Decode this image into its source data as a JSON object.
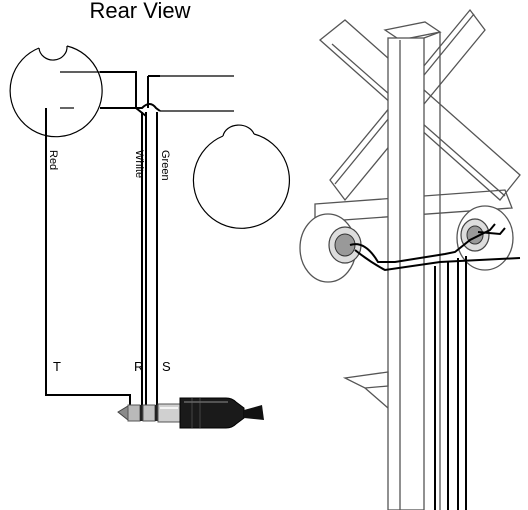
{
  "title": "Rear View",
  "wire_labels": {
    "red": "Red",
    "white": "White",
    "green": "Green"
  },
  "plug_labels": {
    "tip": "T",
    "ring": "R",
    "sleeve": "S"
  }
}
